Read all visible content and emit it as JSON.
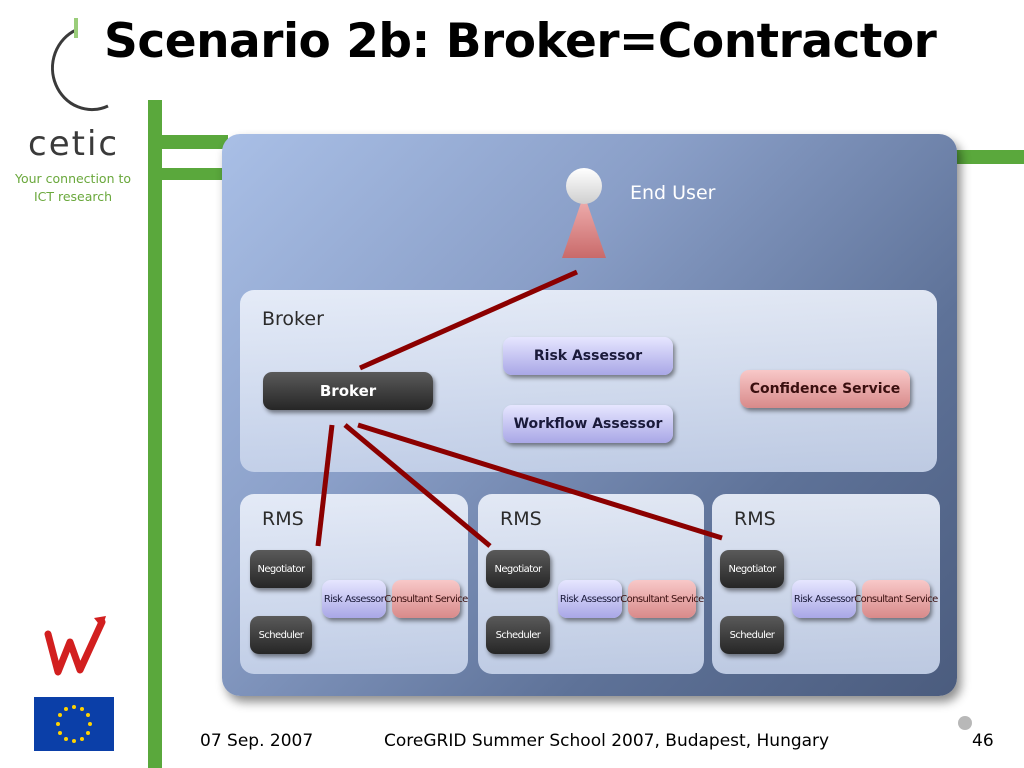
{
  "slide": {
    "title": "Scenario 2b: Broker=Contractor",
    "logo": {
      "name": "cetic",
      "tagline_line1": "Your connection to",
      "tagline_line2": "ICT research"
    }
  },
  "diagram": {
    "end_user": "End User",
    "broker_box": {
      "label": "Broker",
      "broker": "Broker",
      "risk_assessor": "Risk Assessor",
      "workflow_assessor": "Workflow Assessor",
      "confidence_service": "Confidence Service"
    },
    "rms": [
      {
        "label": "RMS",
        "negotiator": "Negotiator",
        "scheduler": "Scheduler",
        "risk_assessor": "Risk Assessor",
        "consultant": "Consultant Service"
      },
      {
        "label": "RMS",
        "negotiator": "Negotiator",
        "scheduler": "Scheduler",
        "risk_assessor": "Risk Assessor",
        "consultant": "Consultant Service"
      },
      {
        "label": "RMS",
        "negotiator": "Negotiator",
        "scheduler": "Scheduler",
        "risk_assessor": "Risk Assessor",
        "consultant": "Consultant Service"
      }
    ],
    "colors": {
      "connector": "#8b0000",
      "frame": "#5aa83c"
    }
  },
  "footer": {
    "date": "07 Sep. 2007",
    "event": "CoreGRID Summer School 2007, Budapest, Hungary",
    "page": "46"
  }
}
